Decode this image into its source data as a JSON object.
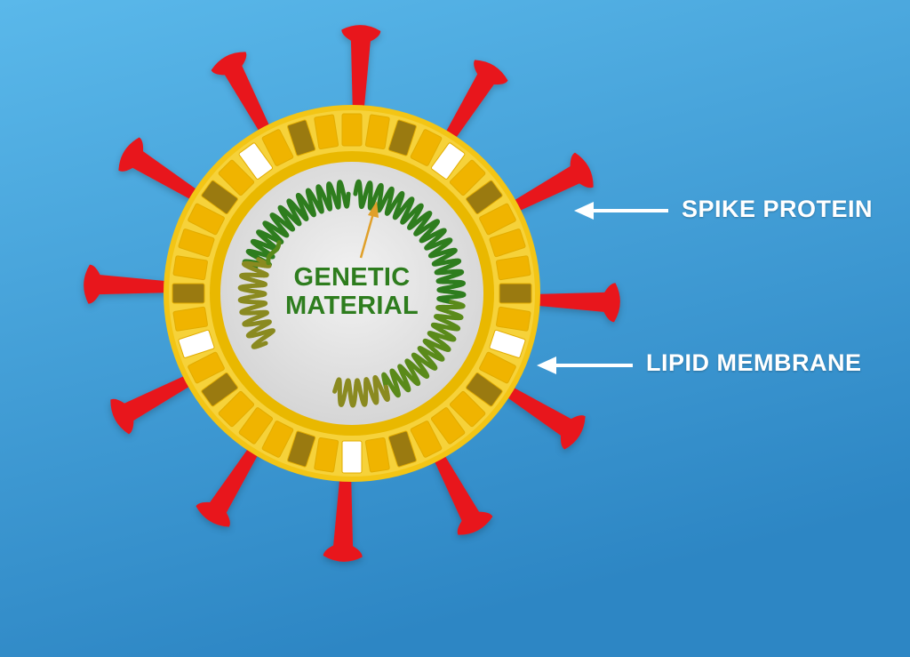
{
  "colors": {
    "background_top": "#5ab8ea",
    "background_bottom": "#2d86c4",
    "spike": "#e8181c",
    "membrane_outer": "#f3c515",
    "membrane_segment_a": "#f0b400",
    "membrane_segment_b": "#9a7a10",
    "membrane_segment_c": "#ffffff",
    "core": "#dddddd",
    "genetic_strand_dark": "#2e7d1e",
    "genetic_strand_light": "#8a8a20",
    "pointer_arrow": "#e0a02a",
    "label_text": "#ffffff"
  },
  "diagram": {
    "center_label_lines": [
      "GENETIC",
      "MATERIAL"
    ],
    "labels": [
      {
        "text": "SPIKE PROTEIN"
      },
      {
        "text": "LIPID MEMBRANE"
      }
    ],
    "spike_count": 12,
    "membrane_segment_count": 40
  }
}
